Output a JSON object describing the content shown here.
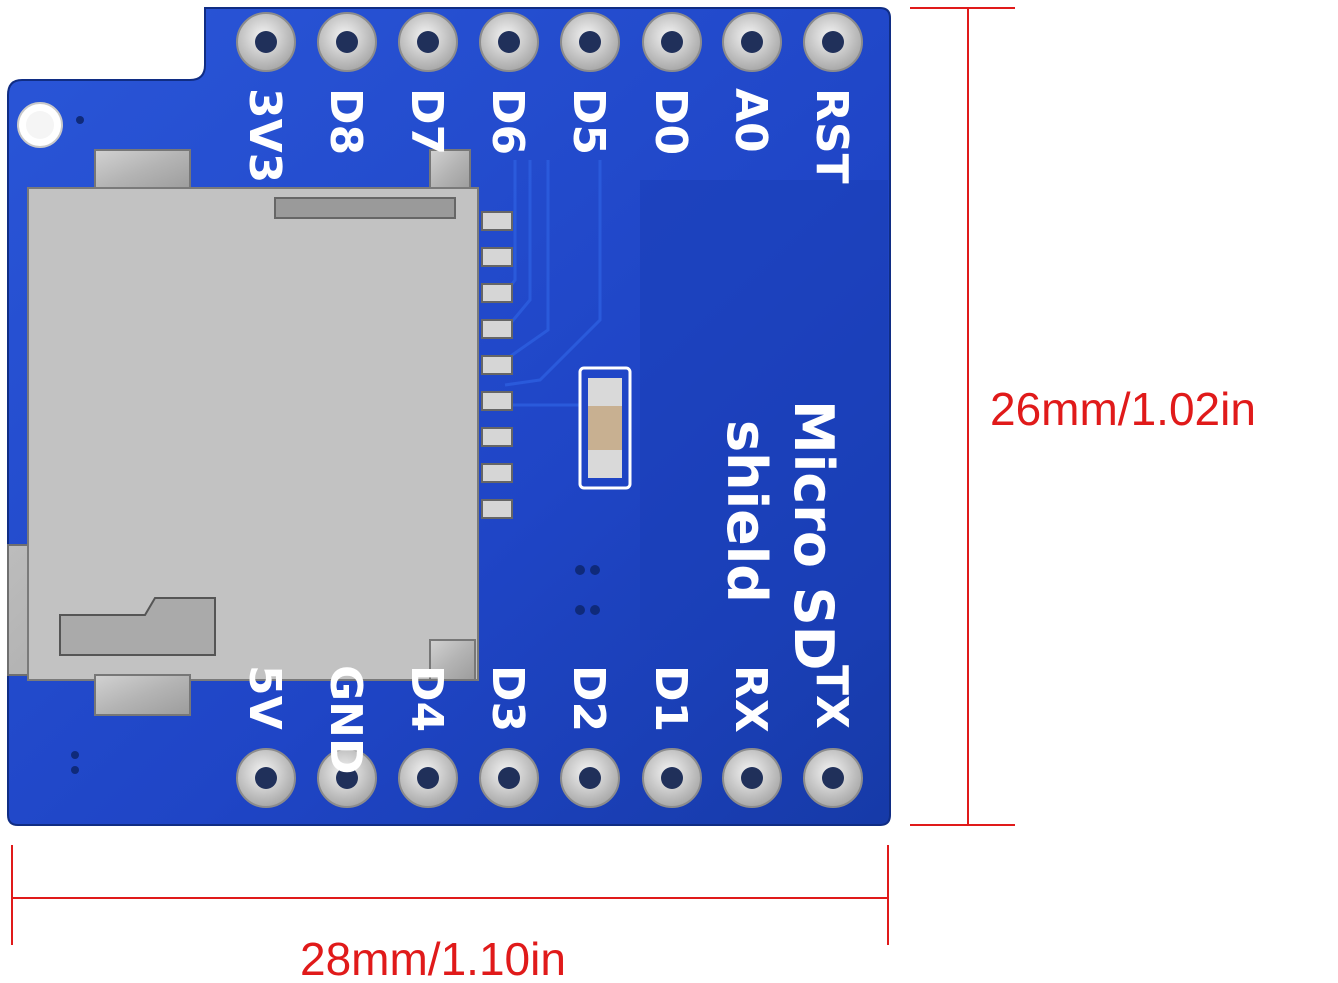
{
  "board": {
    "name_line1": "Micro SD",
    "name_line2": "shield",
    "top_pins": [
      "3V3",
      "D8",
      "D7",
      "D6",
      "D5",
      "D0",
      "A0",
      "RST"
    ],
    "bottom_pins": [
      "5V",
      "GND",
      "D4",
      "D3",
      "D2",
      "D1",
      "RX",
      "TX"
    ]
  },
  "dimensions": {
    "height_label": "26mm/1.02in",
    "width_label": "28mm/1.10in",
    "line_color": "#e01a1a"
  },
  "colors": {
    "pcb": "#1f45c6",
    "silkscreen": "#ffffff",
    "metal": "#b9b9b9"
  }
}
